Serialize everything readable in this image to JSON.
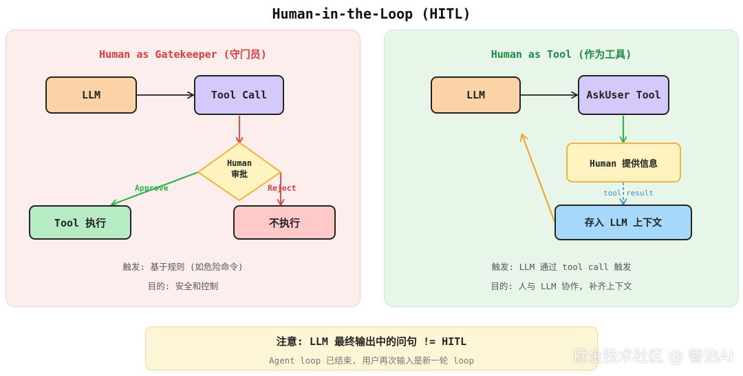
{
  "title": "Human-in-the-Loop (HITL)",
  "left": {
    "title": "Human as Gatekeeper (守门员)",
    "llm": "LLM",
    "tool_call": "Tool Call",
    "decision_line1": "Human",
    "decision_line2": "审批",
    "approve": "Approve",
    "reject": "Reject",
    "tool_exec": "Tool 执行",
    "no_exec": "不执行",
    "trigger": "触发: 基于规则 (如危险命令)",
    "purpose": "目的: 安全和控制"
  },
  "right": {
    "title": "Human as Tool (作为工具)",
    "llm": "LLM",
    "askuser": "AskUser Tool",
    "human_info": "Human 提供信息",
    "tool_result": "tool result",
    "store": "存入 LLM 上下文",
    "trigger": "触发: LLM 通过 tool call 触发",
    "purpose": "目的: 人与 LLM 协作, 补齐上下文"
  },
  "footer": {
    "main": "注意: LLM 最终输出中的问句 != HITL",
    "sub": "Agent loop 已结束, 用户再次输入是新一轮 loop"
  },
  "watermark": "掘金技术社区 @ 智泊AI",
  "colors": {
    "gatekeeper_red": "#e03b3b",
    "tool_green": "#1f8a45",
    "approve_green": "#2fb24c",
    "reject_red": "#e03b3b",
    "result_blue": "#3b8fd8",
    "loop_orange": "#f2a531"
  }
}
